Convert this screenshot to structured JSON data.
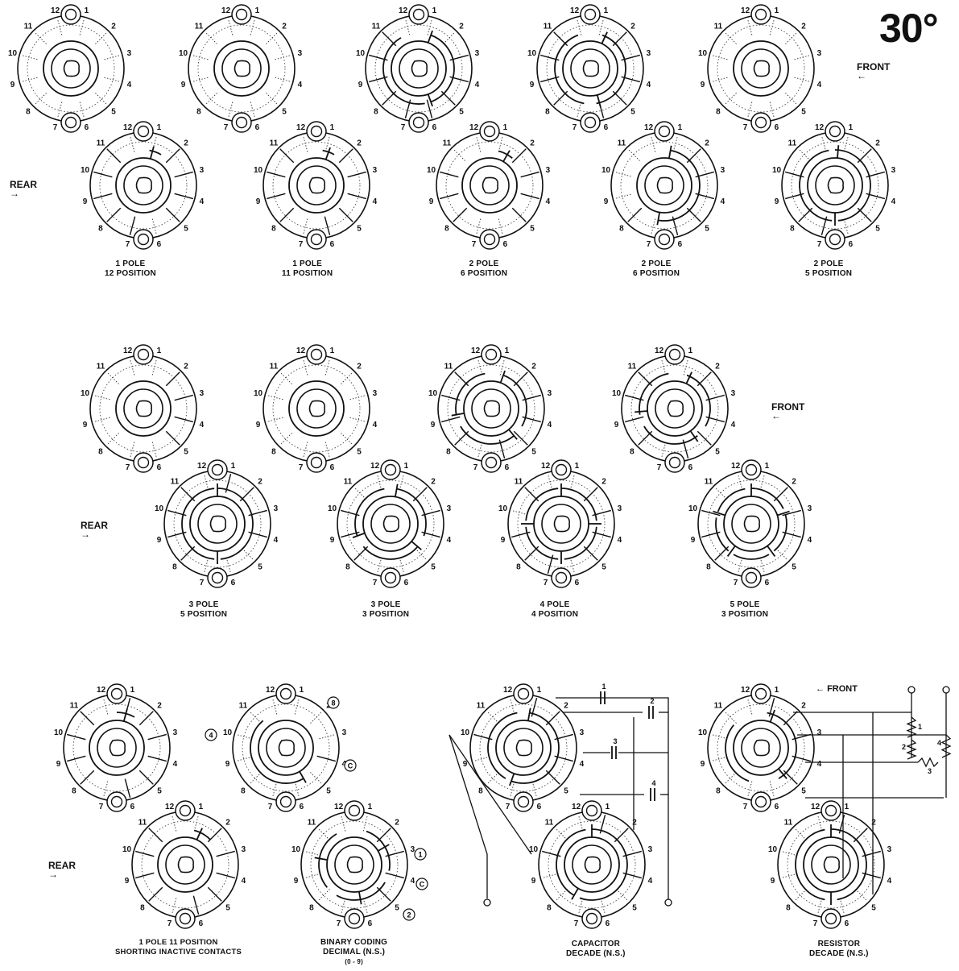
{
  "angle": "30°",
  "directions": {
    "front": "FRONT",
    "rear": "REAR",
    "front_arrow": "←",
    "rear_arrow": "→"
  },
  "labels": {
    "l1": [
      "1 POLE",
      "12 POSITION"
    ],
    "l2": [
      "1 POLE",
      "11 POSITION"
    ],
    "l3": [
      "2 POLE",
      "6 POSITION"
    ],
    "l4": [
      "2 POLE",
      "6 POSITION"
    ],
    "l5": [
      "2 POLE",
      "5 POSITION"
    ],
    "l6": [
      "3 POLE",
      "5 POSITION"
    ],
    "l7": [
      "3 POLE",
      "3 POSITION"
    ],
    "l8": [
      "4 POLE",
      "4 POSITION"
    ],
    "l9": [
      "5 POLE",
      "3 POSITION"
    ],
    "l10": [
      "1 POLE   11 POSITION",
      "SHORTING INACTIVE CONTACTS"
    ],
    "l11": [
      "BINARY CODING",
      "DECIMAL (N.S.)",
      "(0 - 9)"
    ],
    "l12": [
      "CAPACITOR",
      "DECADE (N.S.)"
    ],
    "l13": [
      "RESISTOR",
      "DECADE (N.S.)"
    ]
  },
  "terminal_numbers": [
    "1",
    "2",
    "3",
    "4",
    "5",
    "6",
    "7",
    "8",
    "9",
    "10",
    "11",
    "12"
  ],
  "binary_markers": [
    "8",
    "4",
    "C",
    "1",
    "C",
    "2"
  ],
  "component_numbers": [
    "1",
    "2",
    "3",
    "4"
  ]
}
